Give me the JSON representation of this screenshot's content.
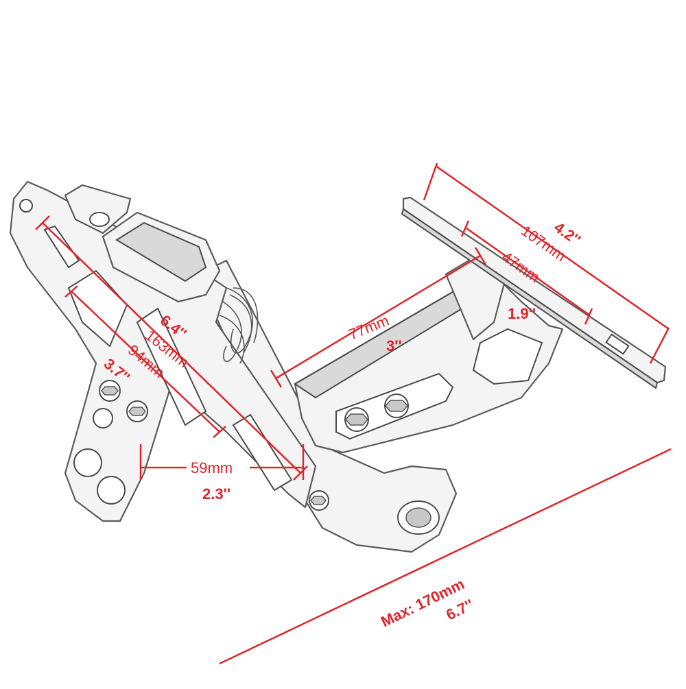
{
  "dimensions": {
    "height_in": "6.4''",
    "height_mm": "163mm",
    "slot_mm": "94mm",
    "slot_in": "3.7''",
    "base_mm": "59mm",
    "base_in": "2.3''",
    "arm_mm": "77mm",
    "arm_in": "3''",
    "plate_in": "4.2''",
    "plate_mm": "107mm",
    "tab_mm": "47mm",
    "tab_in": "1.9''",
    "max_label": "Max: 170mm",
    "max_in": "6.7''"
  },
  "colors": {
    "dimension": "#e0242a",
    "outline": "#5a5a5a"
  }
}
